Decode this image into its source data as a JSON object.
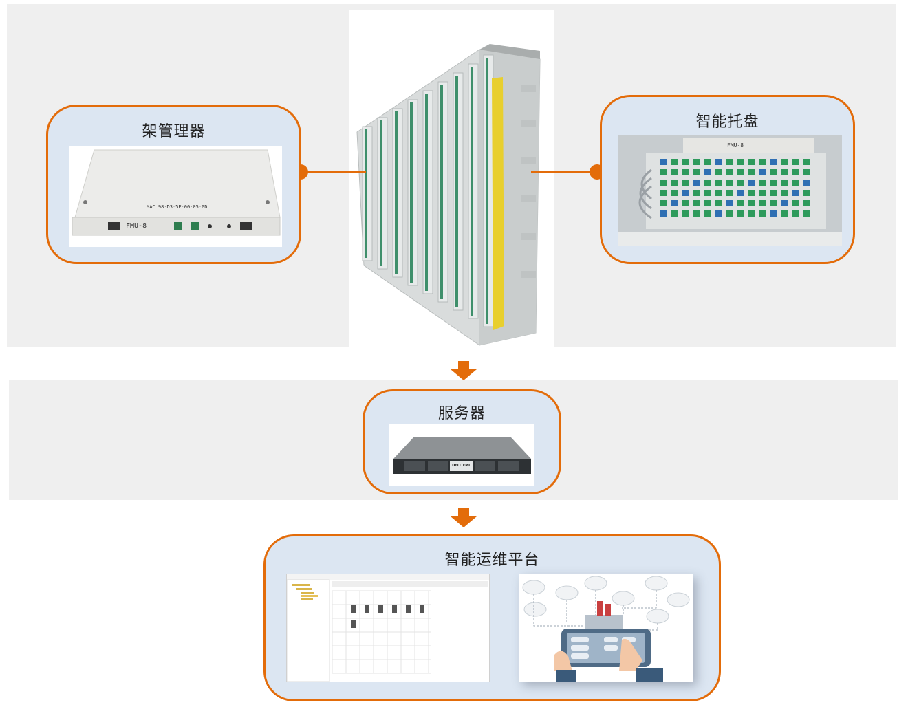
{
  "top_section": {
    "rack_manager": {
      "title": "架管理器",
      "device_label": "FMU-8",
      "mac_label": "MAC 98:D3:5E:00:05:0D"
    },
    "smart_tray": {
      "title": "智能托盘",
      "device_label": "FMU-8"
    }
  },
  "server_section": {
    "title": "服务器",
    "server_brand": "DELL EMC"
  },
  "platform_section": {
    "title": "智能运维平台"
  },
  "colors": {
    "accent": "#e36c0a",
    "panel_fill": "#dce6f2",
    "band_fill": "#efefef"
  }
}
